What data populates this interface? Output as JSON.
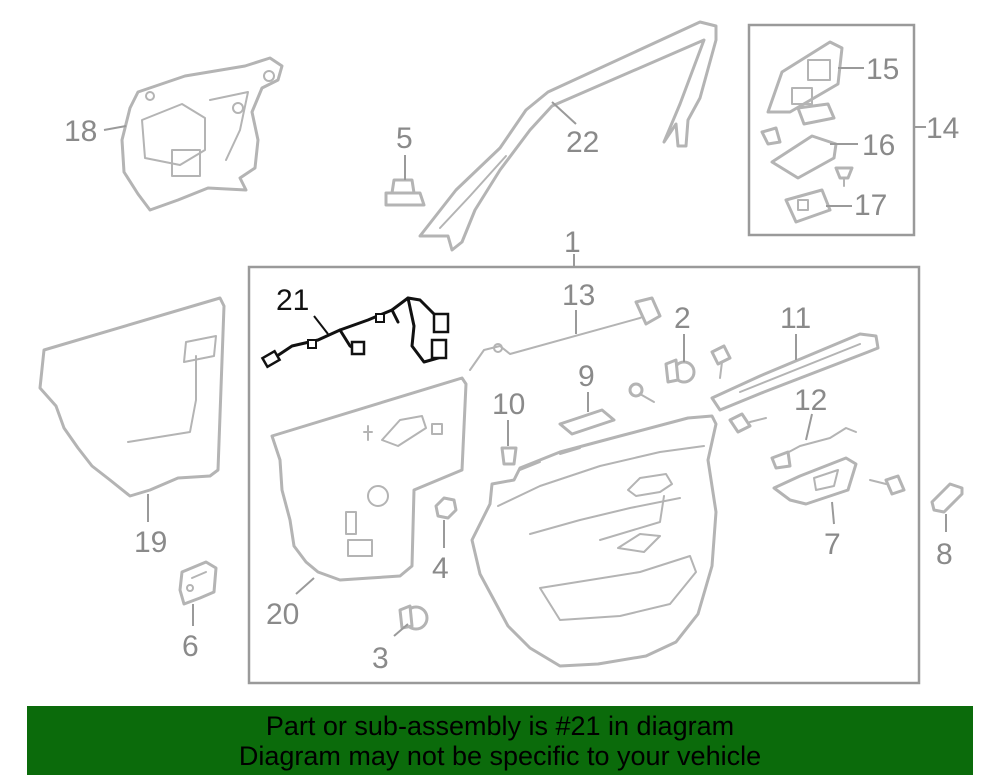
{
  "callouts": {
    "c1": "1",
    "c2": "2",
    "c3": "3",
    "c4": "4",
    "c5": "5",
    "c6": "6",
    "c7": "7",
    "c8": "8",
    "c9": "9",
    "c10": "10",
    "c11": "11",
    "c12": "12",
    "c13": "13",
    "c14": "14",
    "c15": "15",
    "c16": "16",
    "c17": "17",
    "c18": "18",
    "c19": "19",
    "c20": "20",
    "c21": "21",
    "c22": "22"
  },
  "highlighted_part": "21",
  "colors": {
    "banner": "#0b6b0b",
    "highlight": "#111111",
    "outline": "#b4b4b4"
  },
  "banner": {
    "line1": "Part or sub-assembly is #21 in diagram",
    "line2": "Diagram may not be specific to your vehicle"
  }
}
